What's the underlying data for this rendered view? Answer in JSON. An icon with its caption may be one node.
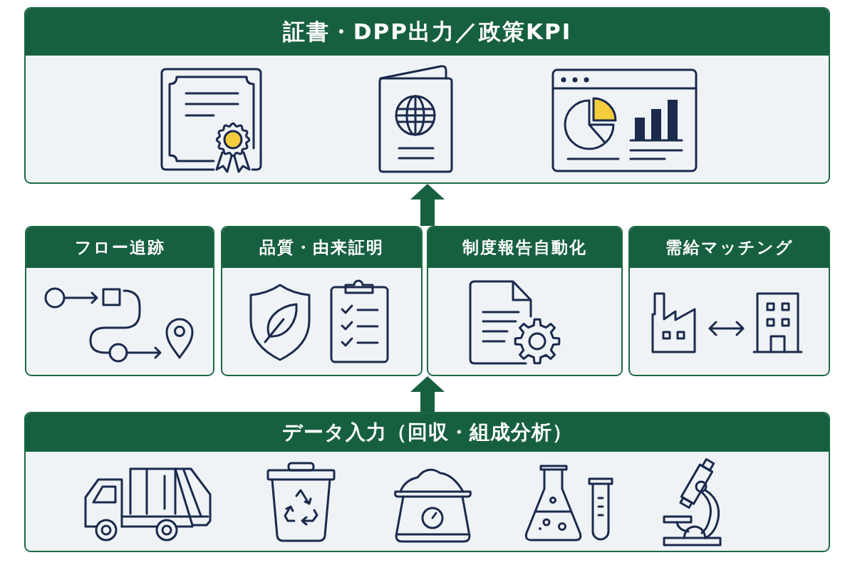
{
  "diagram": {
    "nodes": [
      {
        "text": [
          "証書・DPP出力／政策KPI"
        ]
      },
      {
        "text": [
          "フロー追跡"
        ]
      },
      {
        "text": [
          "品質・由来証明"
        ]
      },
      {
        "text": [
          "制度報告自動化"
        ]
      },
      {
        "text": [
          "需給マッチング"
        ]
      },
      {
        "text": [
          "データ入力（回収・組成分析）"
        ]
      }
    ],
    "edges": [
      {
        "from": 5,
        "to": 3,
        "arrow": "to"
      },
      {
        "from": 3,
        "to": 0,
        "arrow": "to"
      }
    ]
  }
}
